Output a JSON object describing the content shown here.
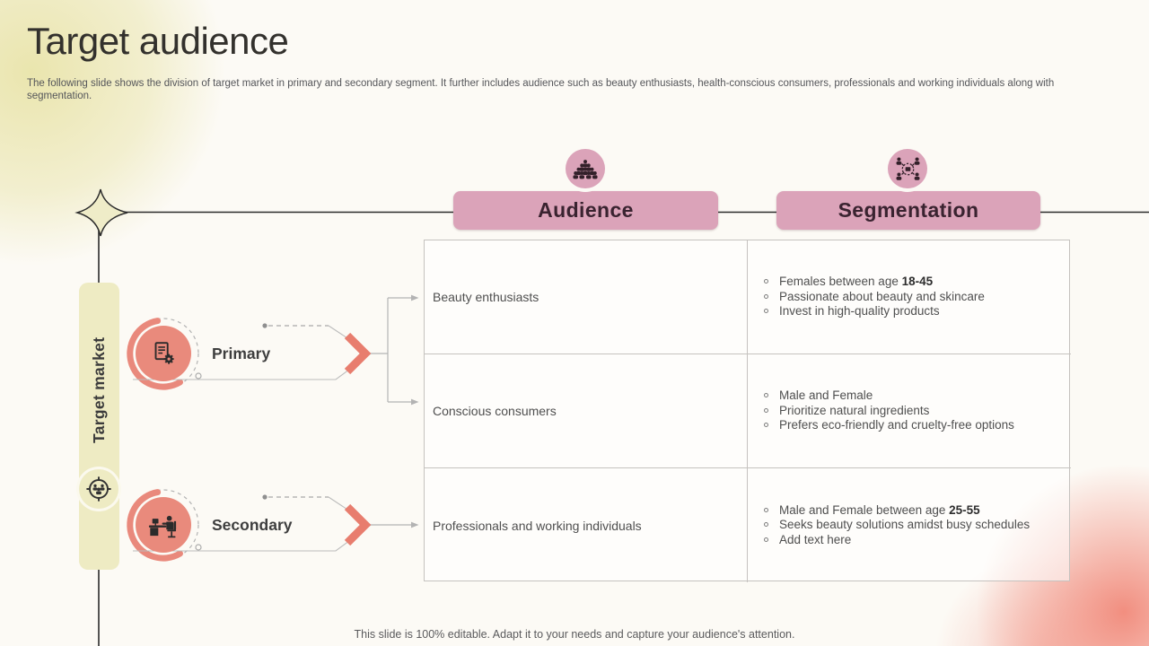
{
  "slide": {
    "title": "Target audience",
    "subtitle": "The following slide shows the division of target market in primary and secondary segment. It further includes audience such as beauty enthusiasts, health-conscious consumers, professionals and working individuals along with segmentation.",
    "footer": "This slide is 100% editable. Adapt it to your needs and capture your audience's attention."
  },
  "colors": {
    "pink": "#dba3b9",
    "coral": "#e98a7c",
    "pale_yellow": "#eeebc3",
    "axis_line": "#2b2b2b",
    "table_border": "#c5c2bf"
  },
  "diagram": {
    "axis_label": "Target market",
    "axis_icon": "target-market-icon",
    "marker_icon": "sparkle-star-icon",
    "columns": [
      {
        "label": "Audience",
        "icon": "audience-crowd-icon"
      },
      {
        "label": "Segmentation",
        "icon": "segmentation-network-icon"
      }
    ],
    "branches": [
      {
        "label": "Primary",
        "icon": "report-gear-icon"
      },
      {
        "label": "Secondary",
        "icon": "working-professional-icon"
      }
    ],
    "rows": [
      {
        "audience": "Beauty enthusiasts",
        "segmentation": [
          {
            "text": "Females between age ",
            "bold": "18-45"
          },
          {
            "text": "Passionate about beauty and skincare"
          },
          {
            "text": "Invest in high-quality products"
          }
        ]
      },
      {
        "audience": "Conscious consumers",
        "segmentation": [
          {
            "text": "Male and Female"
          },
          {
            "text": "Prioritize natural ingredients"
          },
          {
            "text": "Prefers eco-friendly and cruelty-free options"
          }
        ]
      },
      {
        "audience": "Professionals and working individuals",
        "segmentation": [
          {
            "text": "Male and Female between age ",
            "bold": "25-55"
          },
          {
            "text": "Seeks beauty solutions amidst busy schedules"
          },
          {
            "text": "Add text here"
          }
        ]
      }
    ]
  }
}
